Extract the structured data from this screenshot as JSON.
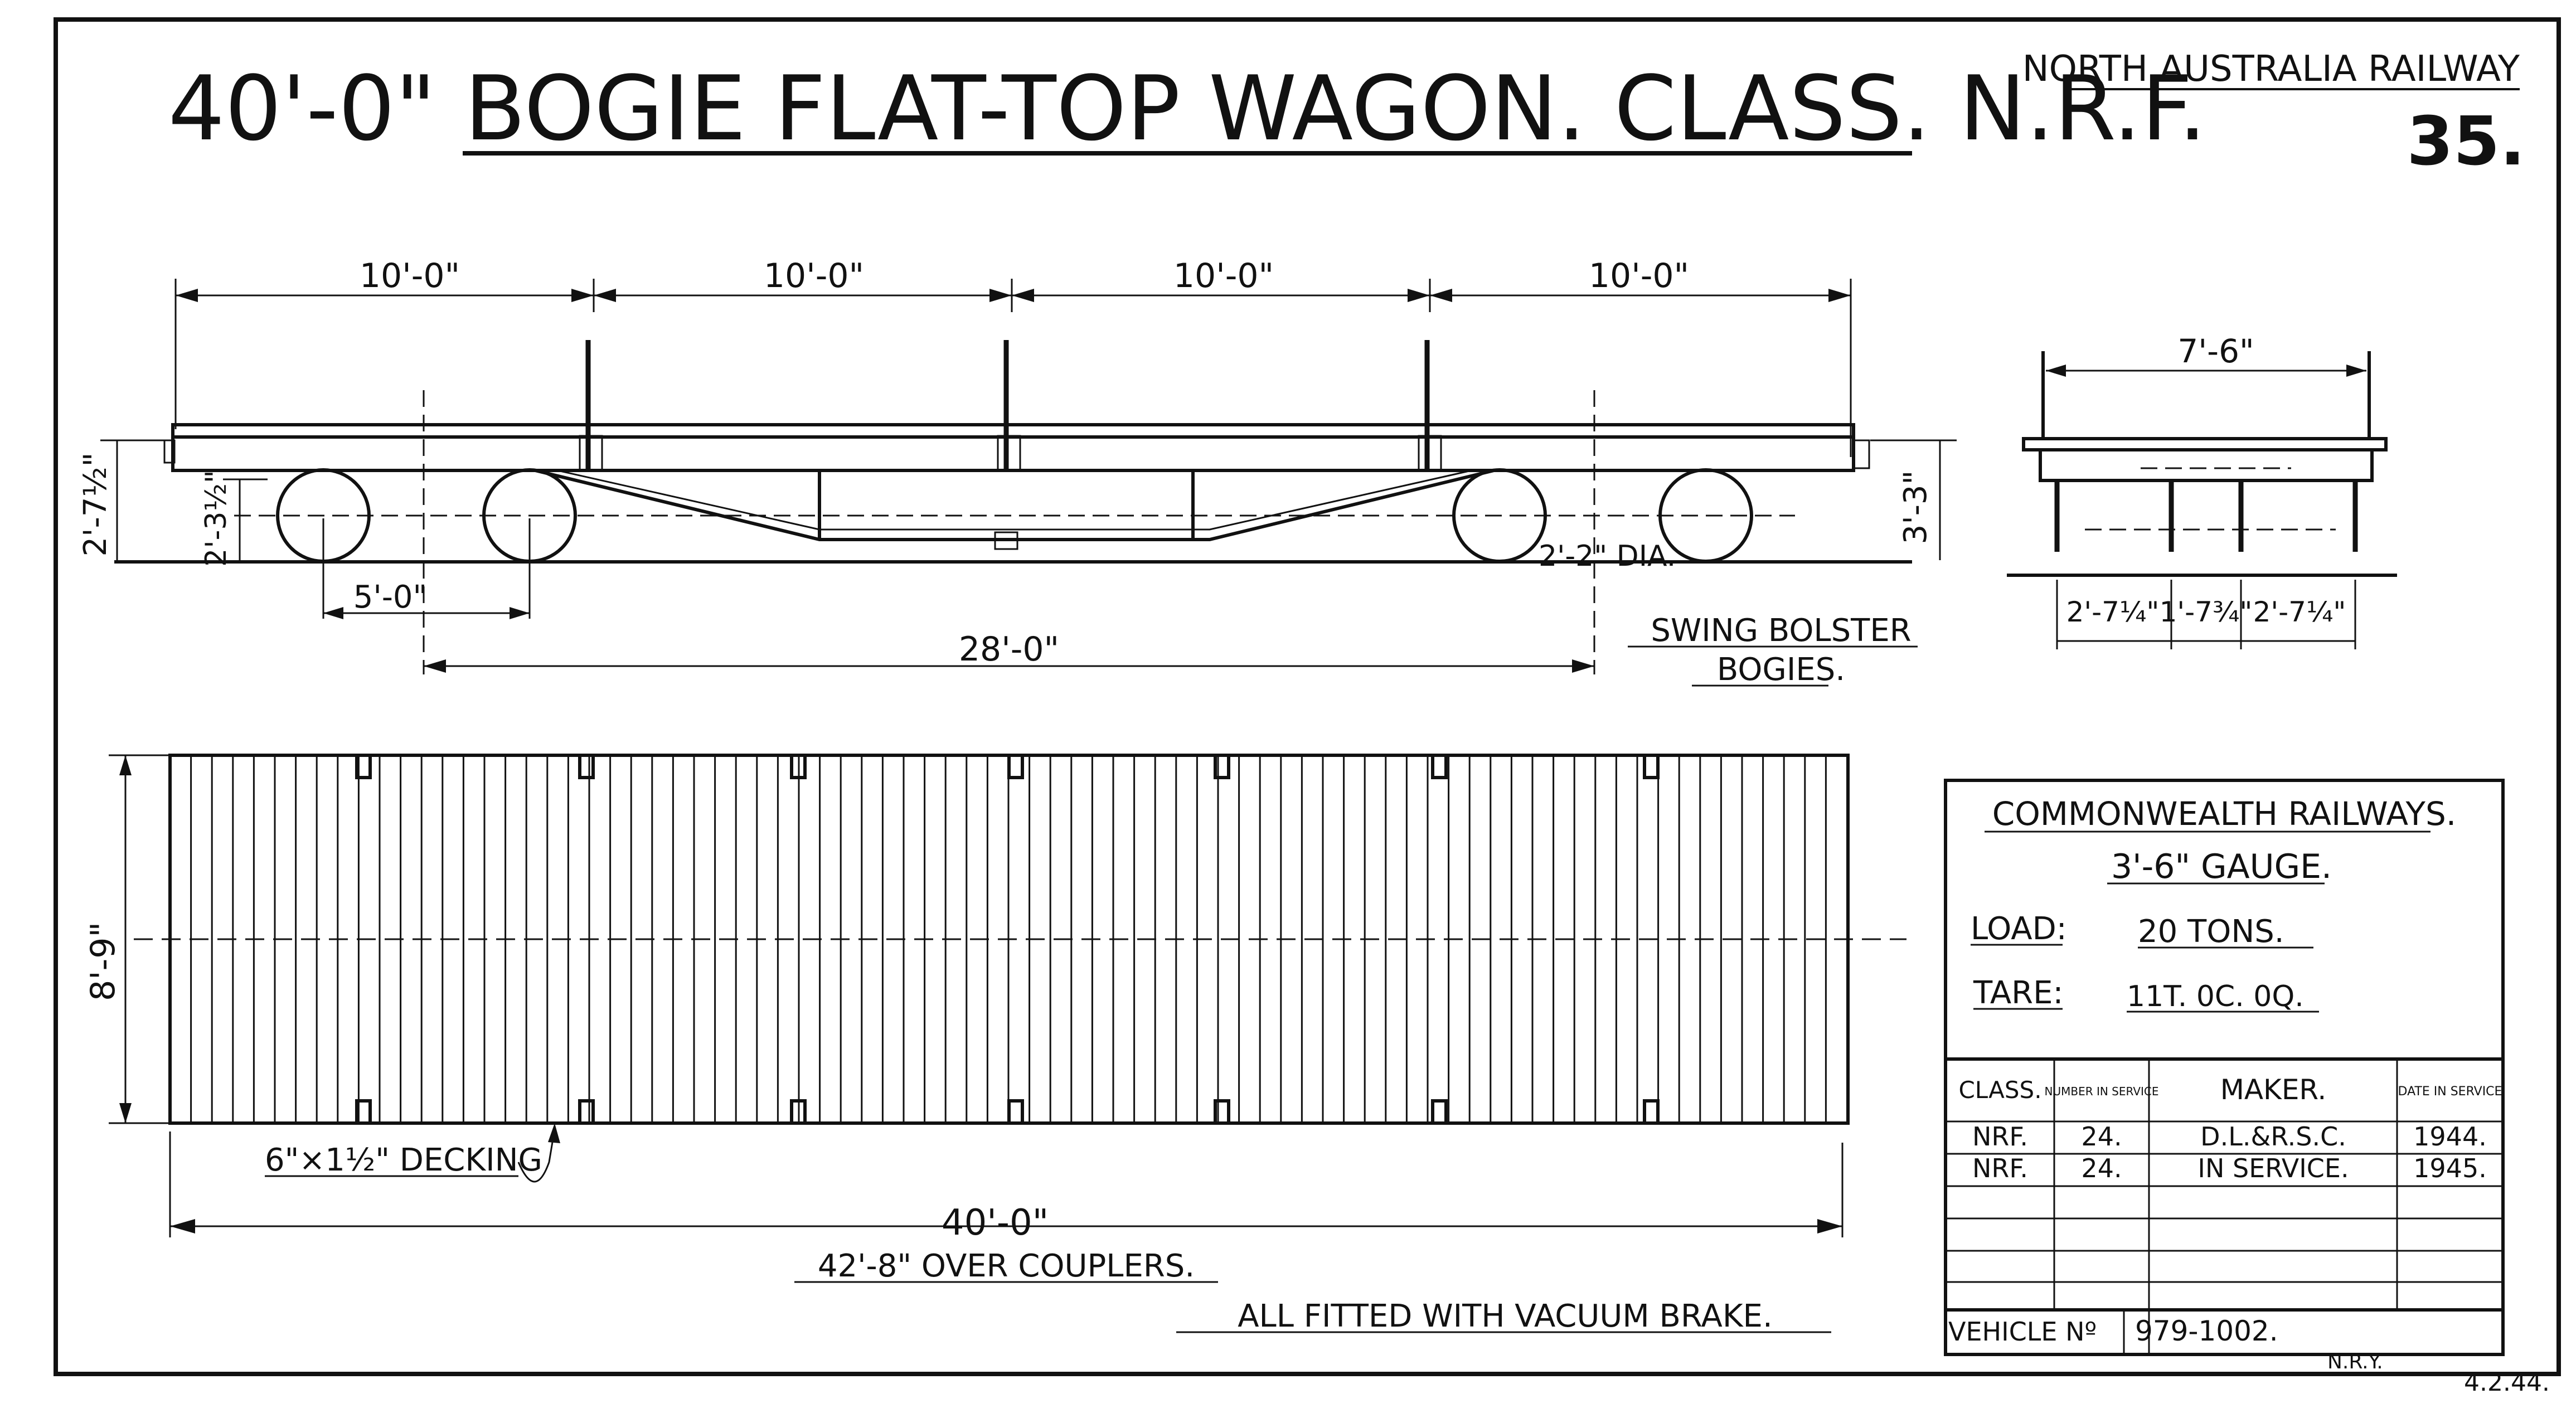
{
  "header": {
    "title": "40'-0\" BOGIE FLAT-TOP WAGON. CLASS. N.R.F.",
    "railway": "NORTH AUSTRALIA RAILWAY",
    "sheet_number": "35."
  },
  "side_elevation": {
    "segment_dims": [
      "10'-0\"",
      "10'-0\"",
      "10'-0\"",
      "10'-0\""
    ],
    "height_overall": "2'-7½\"",
    "height_axle": "2'-3½\"",
    "height_stanchion_side": "3'-3\"",
    "wheel_dia": "2'-2\" DIA.",
    "wheelbase": "5'-0\"",
    "bogie_centres": "28'-0\""
  },
  "end_view": {
    "width": "7'-6\"",
    "spacing": [
      "2'-7¼\"",
      "1'-7¾\"",
      "2'-7¼\""
    ]
  },
  "bogie_note": [
    "SWING BOLSTER",
    "BOGIES."
  ],
  "plan_view": {
    "width": "8'-9\"",
    "decking": "6\"×1½\" DECKING",
    "length": "40'-0\"",
    "over_couplers": "42'-8\" OVER COUPLERS."
  },
  "brake_note": "ALL FITTED WITH VACUUM BRAKE.",
  "info_box": {
    "operator": "COMMONWEALTH RAILWAYS.",
    "gauge": "3'-6\" GAUGE.",
    "load_label": "LOAD:",
    "load_value": "20 TONS.",
    "tare_label": "TARE:",
    "tare_value": "11T. 0C. 0Q.",
    "table_headers": [
      "CLASS.",
      "NUMBER IN SERVICE",
      "MAKER.",
      "DATE IN SERVICE"
    ],
    "rows": [
      {
        "class": "NRF.",
        "number": "24.",
        "maker": "D.L.&R.S.C.",
        "date": "1944."
      },
      {
        "class": "NRF.",
        "number": "24.",
        "maker": "IN SERVICE.",
        "date": "1945."
      }
    ],
    "vehicle_label": "VEHICLE Nº",
    "vehicle_value": "979-1002."
  },
  "footer": {
    "initials": "N.R.Y.",
    "date": "4.2.44."
  }
}
